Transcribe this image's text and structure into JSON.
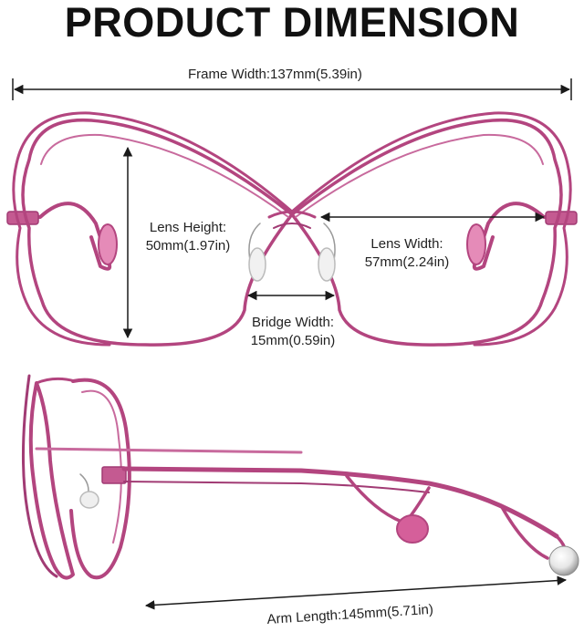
{
  "title": "PRODUCT DIMENSION",
  "dimensions": {
    "frame_width": "Frame Width:137mm(5.39in)",
    "lens_height_line1": "Lens Height:",
    "lens_height_line2": "50mm(1.97in)",
    "lens_width_line1": "Lens Width:",
    "lens_width_line2": "57mm(2.24in)",
    "bridge_width_line1": "Bridge Width:",
    "bridge_width_line2": "15mm(0.59in)",
    "arm_length": "Arm Length:145mm(5.71in)"
  },
  "colors": {
    "frame": "#b3457f",
    "frame_highlight": "#e58bb8",
    "arrow": "#1a1a1a"
  },
  "icons": [
    "glasses-front-view",
    "glasses-side-view",
    "pearl-temple-tip"
  ]
}
